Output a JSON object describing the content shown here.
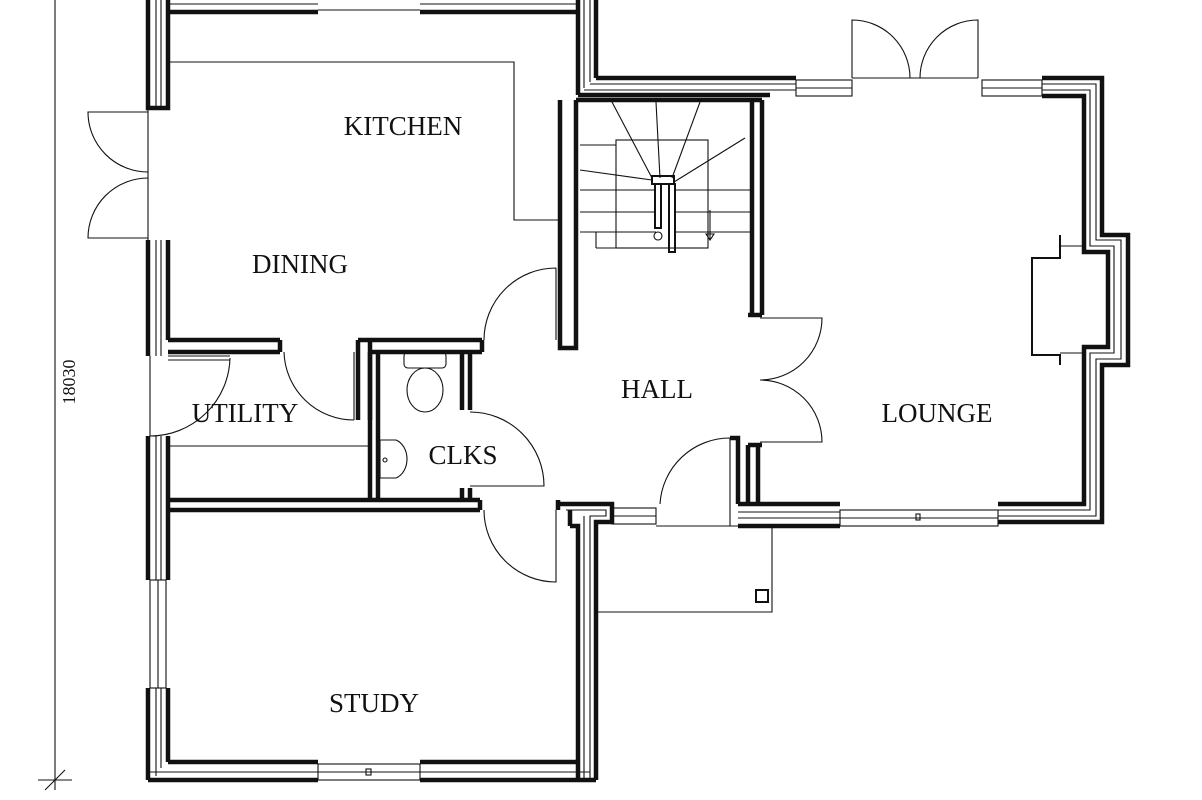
{
  "rooms": {
    "kitchen": "KITCHEN",
    "dining": "DINING",
    "hall": "HALL",
    "lounge": "LOUNGE",
    "utility": "UTILITY",
    "clks": "CLKS",
    "study": "STUDY"
  },
  "dimensions": {
    "overall_depth": "18030"
  }
}
